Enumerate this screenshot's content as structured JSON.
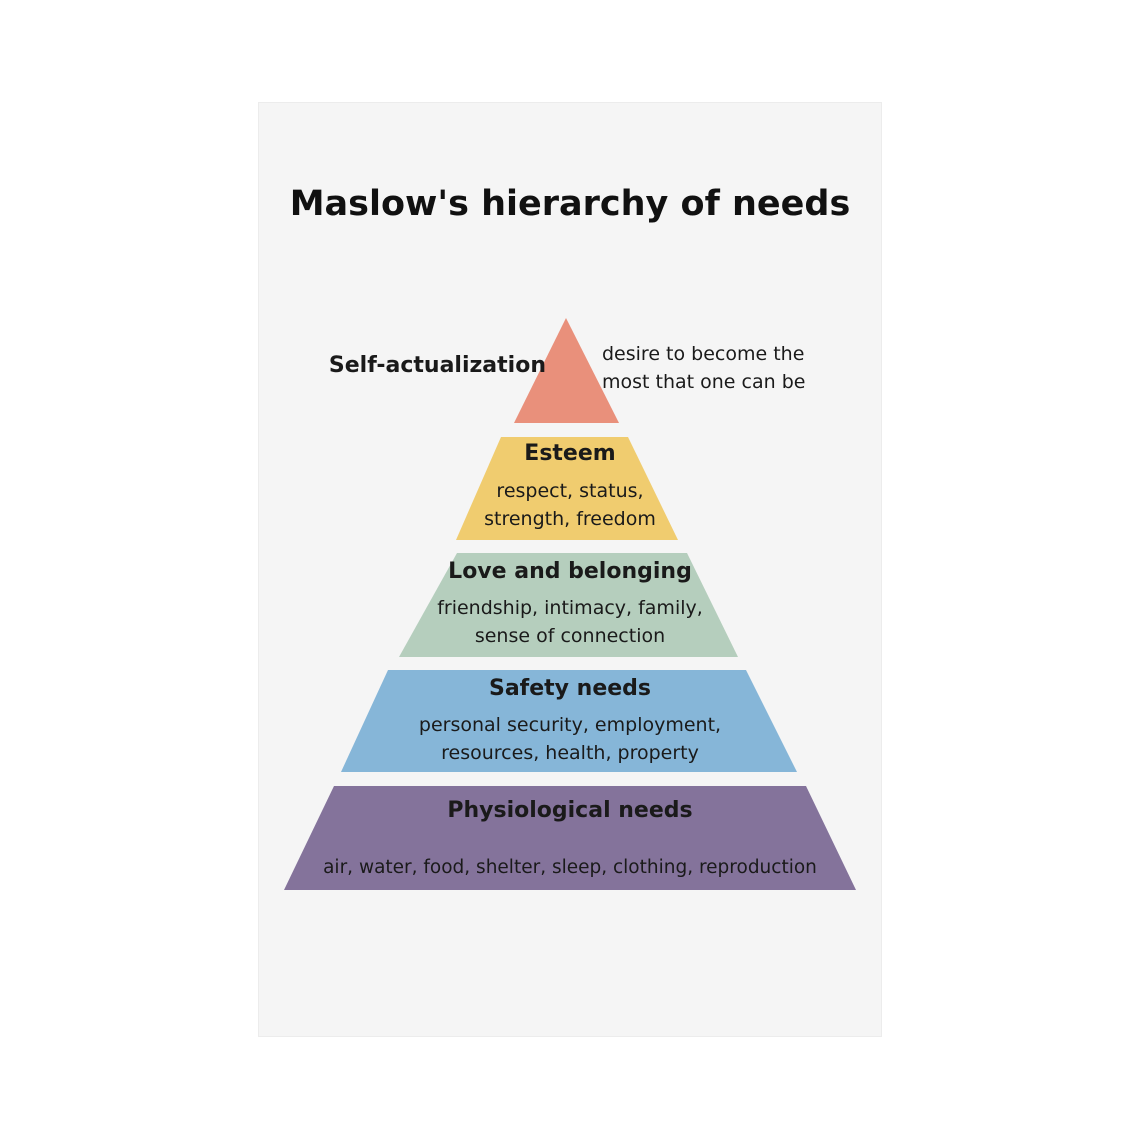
{
  "title": "Maslow's hierarchy of needs",
  "levels": [
    {
      "name": "Self-actualization",
      "description": [
        "desire to become the",
        "most that one can be"
      ],
      "color": "#e9907b"
    },
    {
      "name": "Esteem",
      "description": [
        "respect, status,",
        "strength, freedom"
      ],
      "color": "#f0cc6f"
    },
    {
      "name": "Love and belonging",
      "description": [
        "friendship, intimacy, family,",
        "sense of connection"
      ],
      "color": "#b5cebd"
    },
    {
      "name": "Safety needs",
      "description": [
        "personal security, employment,",
        "resources, health, property"
      ],
      "color": "#86b6d8"
    },
    {
      "name": "Physiological needs",
      "description": [
        "air, water, food, shelter, sleep, clothing, reproduction"
      ],
      "color": "#84739b"
    }
  ]
}
